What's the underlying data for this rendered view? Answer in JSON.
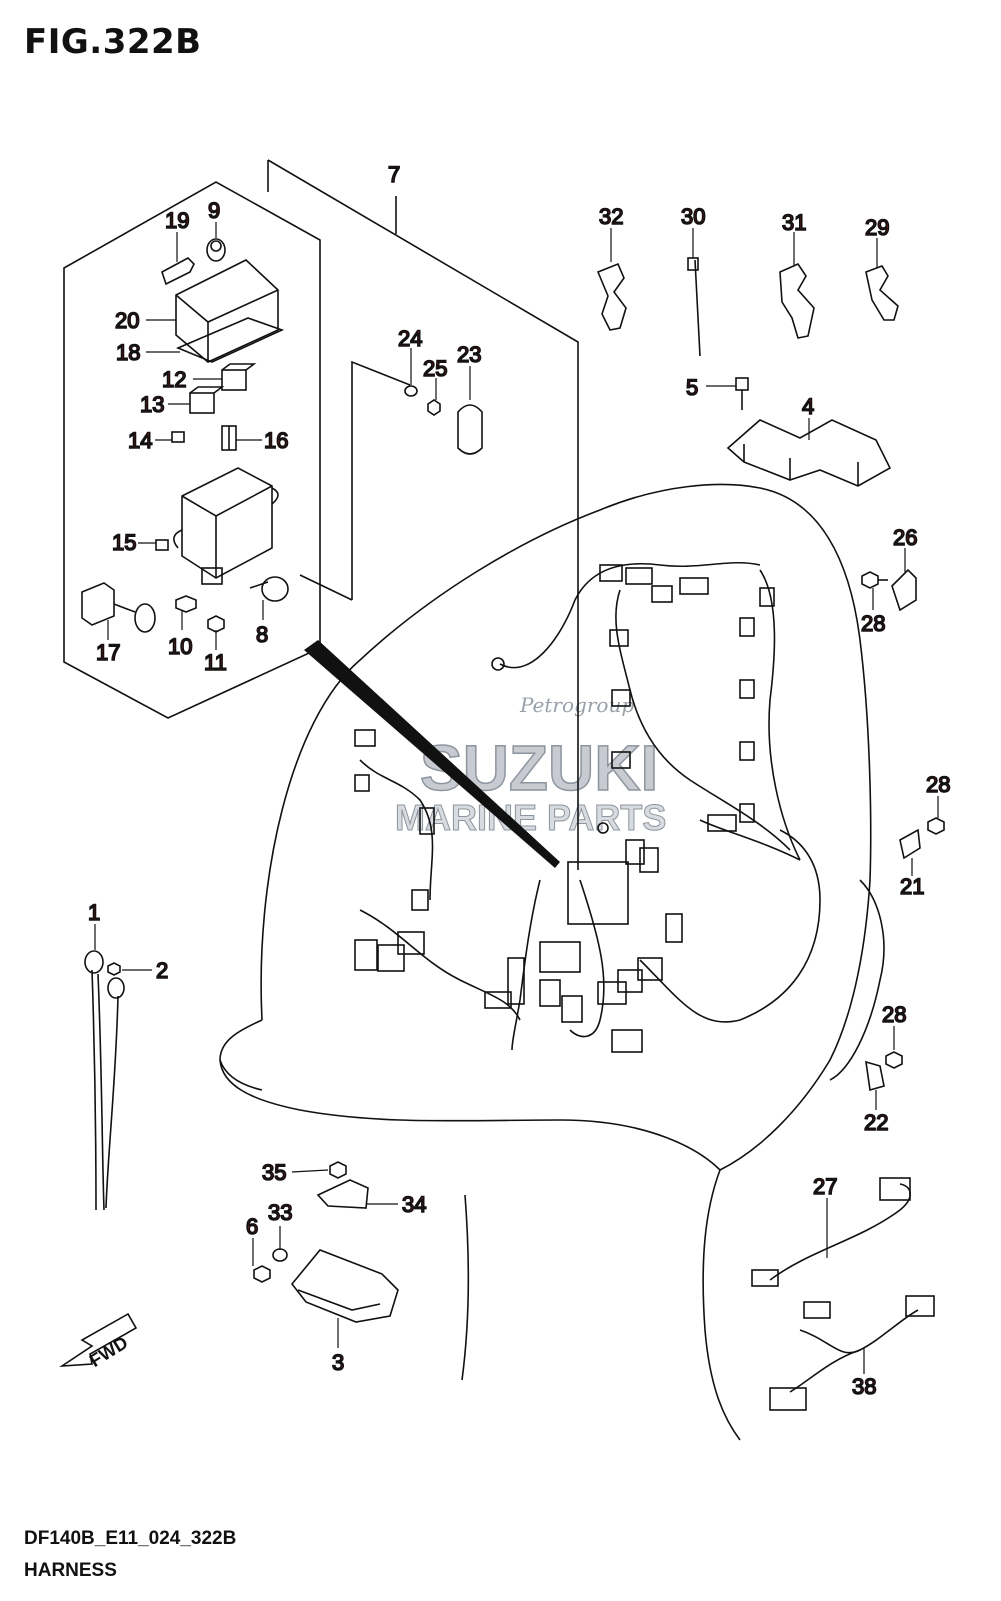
{
  "figure": {
    "title": "FIG.322B",
    "code": "DF140B_E11_024_322B",
    "caption": "HARNESS"
  },
  "watermark": {
    "brand": "SUZUKI",
    "subtitle": "MARINE PARTS",
    "script": "Petrogroup"
  },
  "direction_label": "FWD",
  "callouts": {
    "c1": "1",
    "c2": "2",
    "c3": "3",
    "c4": "4",
    "c5": "5",
    "c6": "6",
    "c7": "7",
    "c8": "8",
    "c9": "9",
    "c10": "10",
    "c11": "11",
    "c12": "12",
    "c13": "13",
    "c14": "14",
    "c15": "15",
    "c16": "16",
    "c17": "17",
    "c18": "18",
    "c19": "19",
    "c20": "20",
    "c21": "21",
    "c22": "22",
    "c23": "23",
    "c24": "24",
    "c25": "25",
    "c26": "26",
    "c27": "27",
    "c28a": "28",
    "c28b": "28",
    "c28c": "28",
    "c29": "29",
    "c30": "30",
    "c31": "31",
    "c32": "32",
    "c33": "33",
    "c34": "34",
    "c35": "35",
    "c38": "38"
  },
  "colors": {
    "callout": "#8b1a1a",
    "line": "#111111",
    "watermark": "#c8ccd2"
  }
}
